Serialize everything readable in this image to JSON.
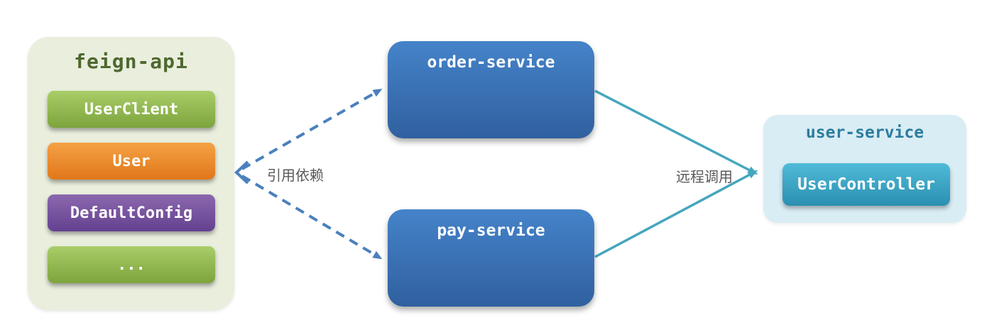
{
  "diagram_title": "feign-api shared-module dependency diagram",
  "feign_api": {
    "title": "feign-api",
    "modules": [
      {
        "label": "UserClient",
        "color": "#8fb94e"
      },
      {
        "label": "User",
        "color": "#ec8c2b"
      },
      {
        "label": "DefaultConfig",
        "color": "#77519d"
      },
      {
        "label": "...",
        "color": "#8fb94e"
      }
    ]
  },
  "services": {
    "order": {
      "label": "order-service"
    },
    "pay": {
      "label": "pay-service"
    }
  },
  "user_service": {
    "title": "user-service",
    "controller": {
      "label": "UserController"
    }
  },
  "edges": {
    "dependency": {
      "label": "引用依赖",
      "style": "dashed"
    },
    "remote_call": {
      "label": "远程调用",
      "style": "solid"
    }
  },
  "colors": {
    "dashed_arrow": "#4a80bd",
    "solid_arrow": "#45a6bd",
    "edge_label_text": "#595959",
    "feign_panel_bg": "#e9eedd",
    "feign_title_text": "#4e682f",
    "service_box_blue": "#3a70b2",
    "user_panel_bg": "#d9edf4",
    "user_title_text": "#2c7c9e",
    "controller_teal": "#3ba3c3"
  }
}
